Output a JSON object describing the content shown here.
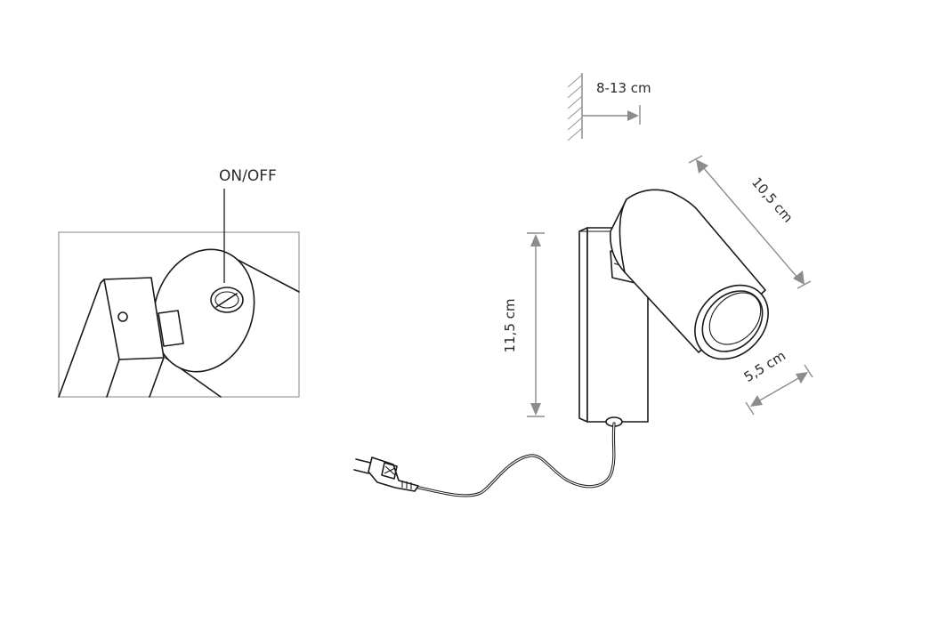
{
  "labels": {
    "switch": "ON/OFF",
    "wall_distance": "8-13 cm",
    "arm_length": "10,5 cm",
    "diameter": "5,5 cm",
    "height": "11,5 cm"
  }
}
